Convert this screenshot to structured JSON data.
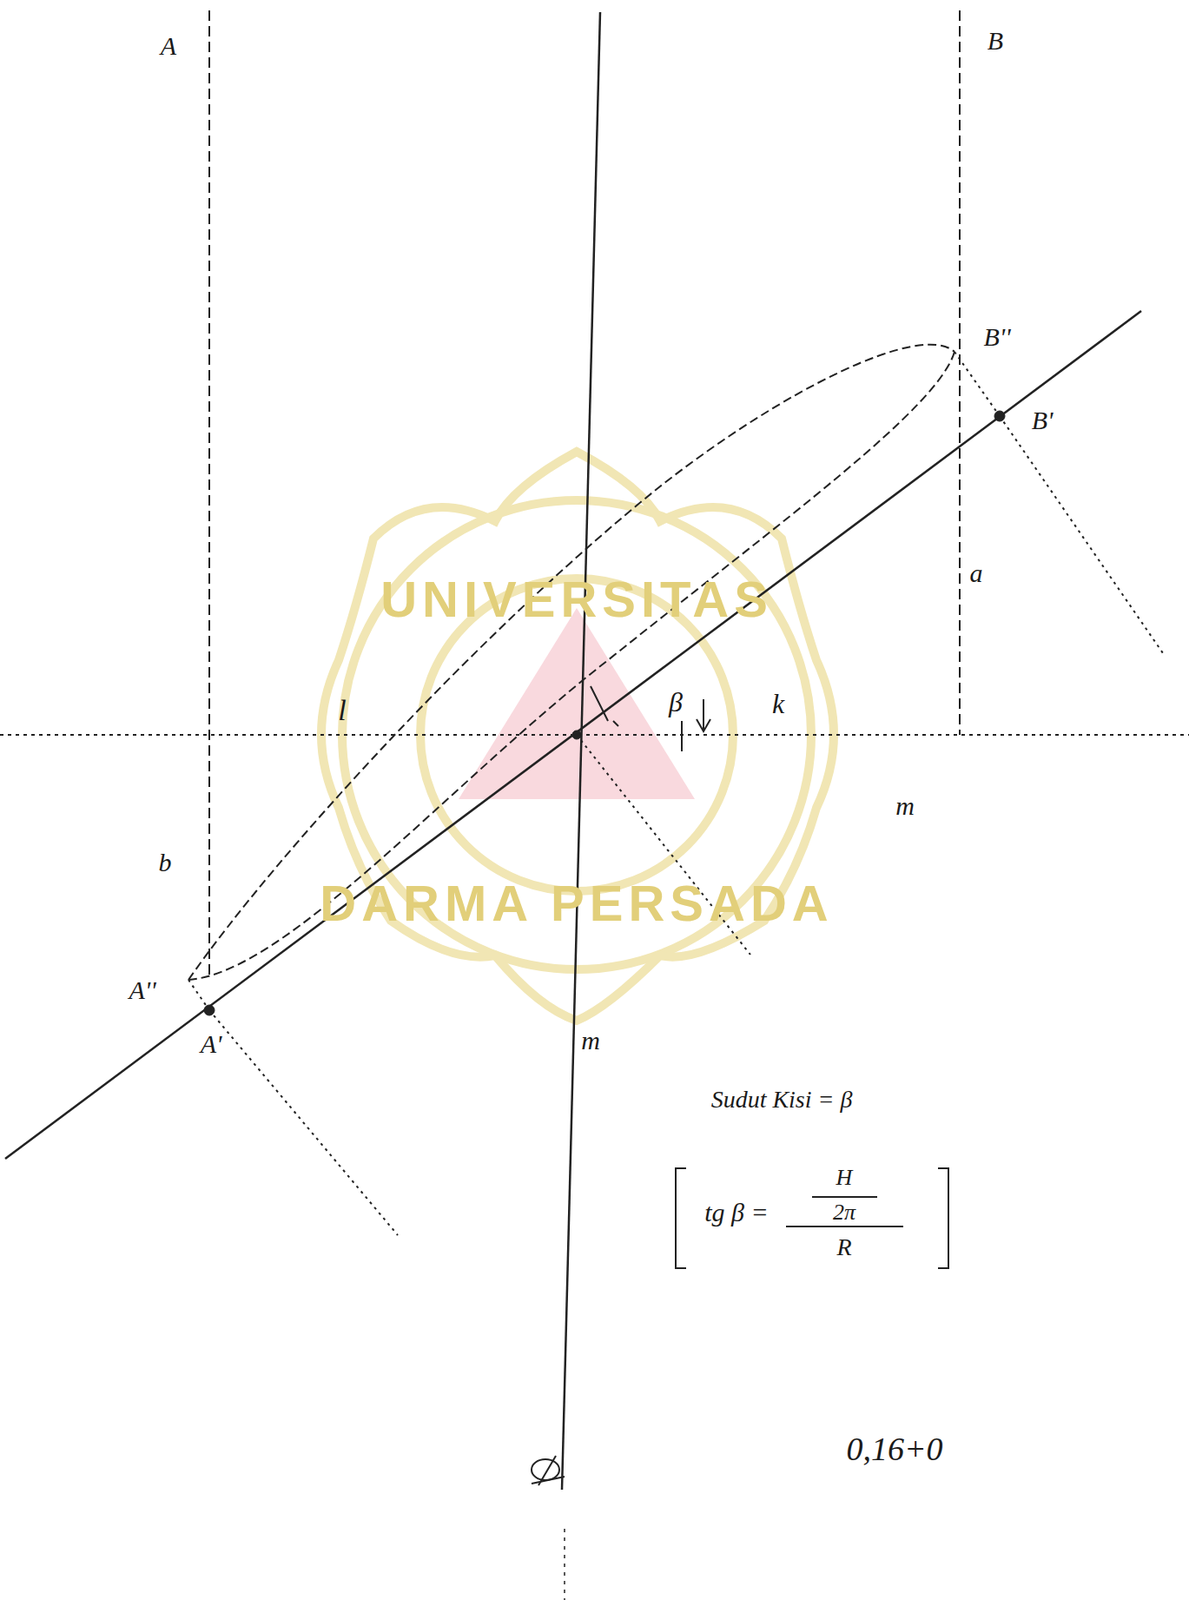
{
  "diagram": {
    "labels": [
      "A",
      "B",
      "B''",
      "B'",
      "a",
      "l",
      "β",
      "k",
      "m",
      "b",
      "A''",
      "A'",
      "m",
      "UNIVERSITAS",
      "DARMA PERSADA",
      "Sudut Kisi = β",
      "tg β =",
      "H",
      "2π",
      "R",
      "0,16+0"
    ]
  }
}
